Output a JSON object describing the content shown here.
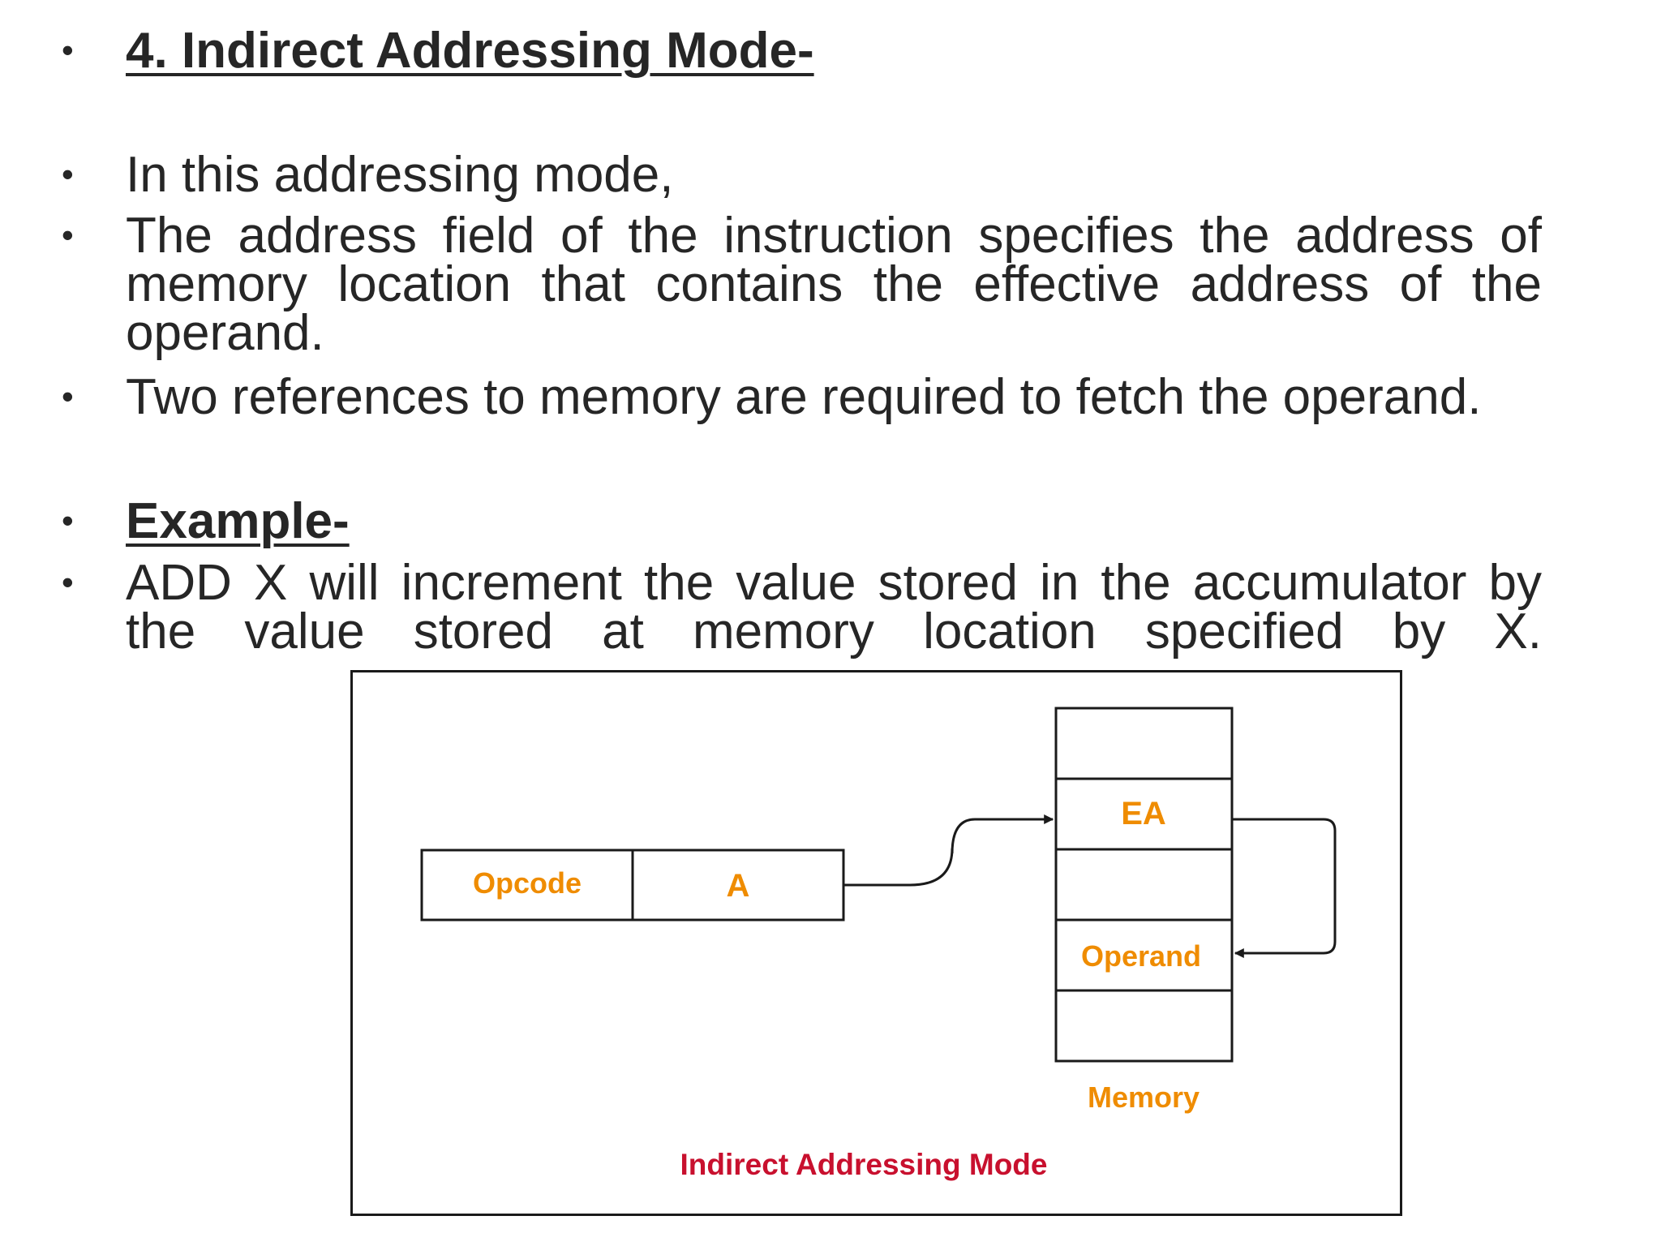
{
  "slide": {
    "heading": "4. Indirect Addressing Mode-",
    "intro": "In this addressing mode,",
    "definition_lines": [
      "The address field of the instruction specifies the address of",
      "memory location that contains the effective address of the",
      "operand."
    ],
    "references": "Two references to memory are required to fetch the operand.",
    "example_heading": "Example-",
    "example_lines": [
      "ADD X will increment the value stored in the accumulator by",
      "the value stored at memory location specified by X."
    ],
    "bullet": "•"
  },
  "diagram": {
    "instruction": {
      "opcode": "Opcode",
      "address": "A"
    },
    "memory": {
      "cells": [
        "",
        "EA",
        "",
        "Operand",
        ""
      ],
      "label": "Memory"
    },
    "caption": "Indirect Addressing Mode",
    "colors": {
      "label": "#ef8c00",
      "caption": "#c8102e",
      "stroke": "#1a1a1a"
    }
  }
}
